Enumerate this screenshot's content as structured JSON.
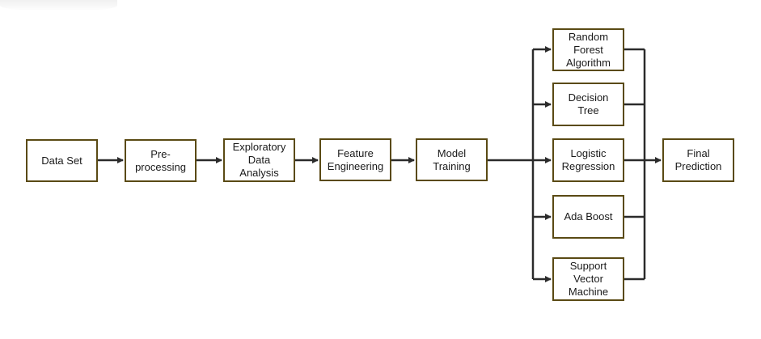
{
  "diagram": {
    "nodes": {
      "data_set": "Data Set",
      "preprocessing": "Pre-\nprocessing",
      "eda": "Exploratory\nData\nAnalysis",
      "feature_engineering": "Feature\nEngineering",
      "model_training": "Model\nTraining",
      "random_forest": "Random\nForest\nAlgorithm",
      "decision_tree": "Decision\nTree",
      "logistic_regression": "Logistic\nRegression",
      "ada_boost": "Ada Boost",
      "svm": "Support\nVector\nMachine",
      "final_prediction": "Final\nPrediction"
    },
    "colors": {
      "box_border": "#5a4a14",
      "connector": "#2b2b2b"
    }
  }
}
